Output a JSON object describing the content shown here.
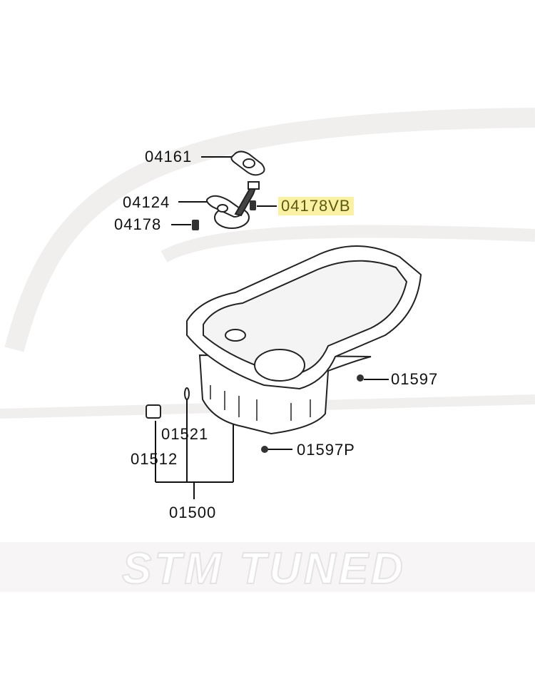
{
  "diagram": {
    "part_labels": [
      {
        "id": "gasket",
        "text": "04161"
      },
      {
        "id": "oil-strainer",
        "text": "04124"
      },
      {
        "id": "bolt",
        "text": "04178"
      },
      {
        "id": "bolt-highlighted",
        "text": "04178VB",
        "highlighted": true
      },
      {
        "id": "pan-bolt",
        "text": "01597"
      },
      {
        "id": "pan-bolt-p",
        "text": "01597P"
      },
      {
        "id": "drain-gasket",
        "text": "01521"
      },
      {
        "id": "drain-plug",
        "text": "01512"
      },
      {
        "id": "oil-pan-assy",
        "text": "01500"
      }
    ],
    "highlight_color": "#fbf1a2",
    "watermark": "STM TUNED"
  }
}
